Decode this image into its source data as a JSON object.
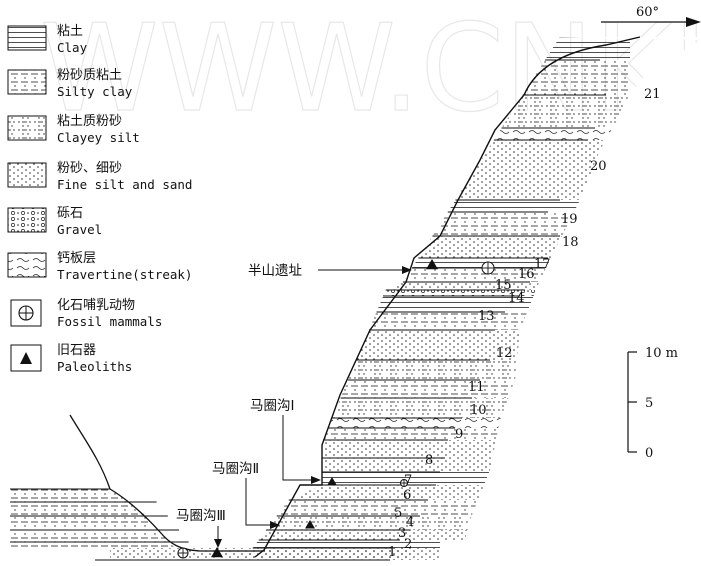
{
  "legend": [
    {
      "id": "clay",
      "zh": "粘土",
      "en": "Clay"
    },
    {
      "id": "silty-clay",
      "zh": "粉砂质粘土",
      "en": "Silty clay"
    },
    {
      "id": "clayey-silt",
      "zh": "粘土质粉砂",
      "en": "Clayey silt"
    },
    {
      "id": "fine-silt-sand",
      "zh": "粉砂、细砂",
      "en": "Fine silt and sand"
    },
    {
      "id": "gravel",
      "zh": "砾石",
      "en": "Gravel"
    },
    {
      "id": "travertine",
      "zh": "钙板层",
      "en": "Travertine(streak)"
    },
    {
      "id": "fossil",
      "zh": "化石哺乳动物",
      "en": "Fossil mammals"
    },
    {
      "id": "paleolith",
      "zh": "旧石器",
      "en": "Paleoliths"
    }
  ],
  "direction": "60°",
  "scale": {
    "top": "10 m",
    "mid": "5",
    "bottom": "0"
  },
  "sites": {
    "banshan": "半山遗址",
    "majuangou1": "马圈沟Ⅰ",
    "majuangou2": "马圈沟Ⅱ",
    "majuangou3": "马圈沟Ⅲ"
  },
  "layers": [
    "1",
    "2",
    "3",
    "4",
    "5",
    "6",
    "7",
    "8",
    "9",
    "10",
    "11",
    "12",
    "13",
    "14",
    "15",
    "16",
    "17",
    "18",
    "19",
    "20",
    "21"
  ],
  "watermark": "WWW.CNKI.NET"
}
